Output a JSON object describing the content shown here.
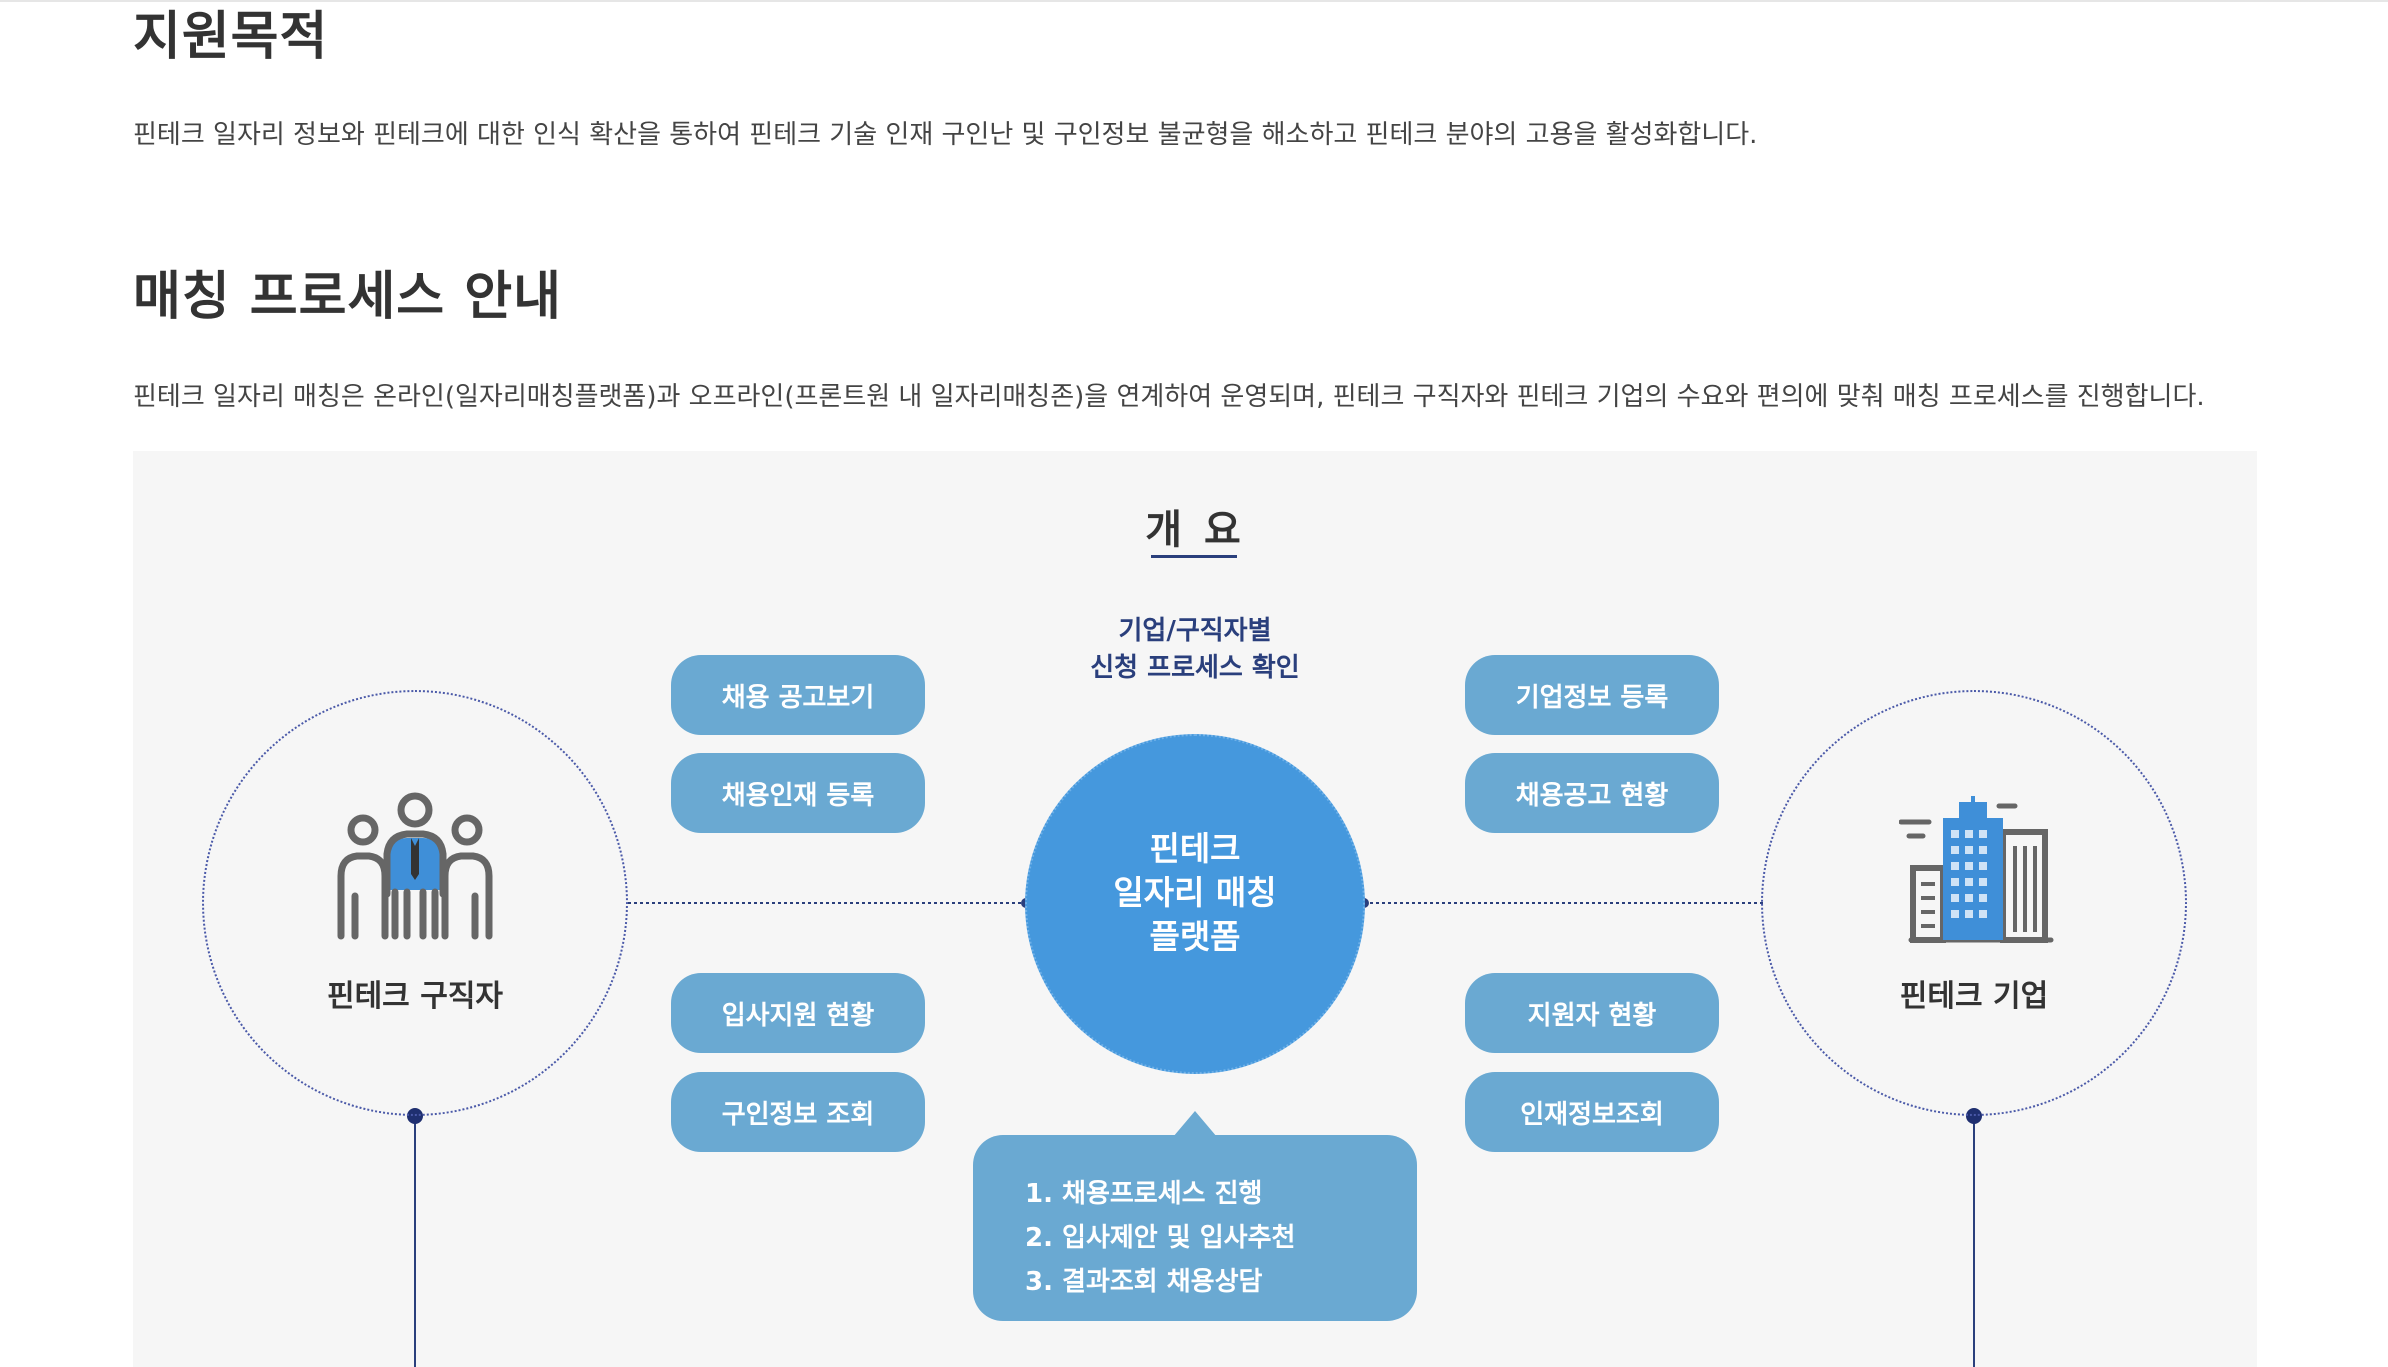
{
  "purpose": {
    "title": "지원목적",
    "description": "핀테크 일자리 정보와 핀테크에 대한 인식 확산을 통하여 핀테크 기술 인재 구인난 및 구인정보 불균형을 해소하고 핀테크 분야의 고용을 활성화합니다."
  },
  "process": {
    "title": "매칭 프로세스 안내",
    "description": "핀테크 일자리 매칭은 온라인(일자리매칭플랫폼)과 오프라인(프론트원 내 일자리매칭존)을 연계하여 운영되며, 핀테크 구직자와 핀테크 기업의 수요와 편의에 맞춰 매칭 프로세스를 진행합니다."
  },
  "diagram": {
    "overview_title": "개 요",
    "center_caption": [
      "기업/구직자별",
      "신청 프로세스 확인"
    ],
    "hub_label": [
      "핀테크",
      "일자리 매칭",
      "플랫폼"
    ],
    "seeker": {
      "label": "핀테크 구직자",
      "icon": "people-group-icon"
    },
    "company": {
      "label": "핀테크 기업",
      "icon": "office-building-icon"
    },
    "left_top_pills": [
      "채용 공고보기",
      "채용인재 등록"
    ],
    "left_bottom_pills": [
      "입사지원 현황",
      "구인정보 조회"
    ],
    "right_top_pills": [
      "기업정보 등록",
      "채용공고 현황"
    ],
    "right_bottom_pills": [
      "지원자 현황",
      "인재정보조회"
    ],
    "callout_steps": [
      "1. 채용프로세스 진행",
      "2. 입사제안 및 입사추천",
      "3. 결과조회 채용상담"
    ]
  },
  "colors": {
    "pill": "#6aa9d2",
    "hub": "#4598dd",
    "navy": "#2a3f7c",
    "dotted_border": "#4a59a8",
    "panel_bg": "#f6f6f6",
    "icon_gray": "#666666",
    "icon_blue": "#3f8fd8"
  }
}
